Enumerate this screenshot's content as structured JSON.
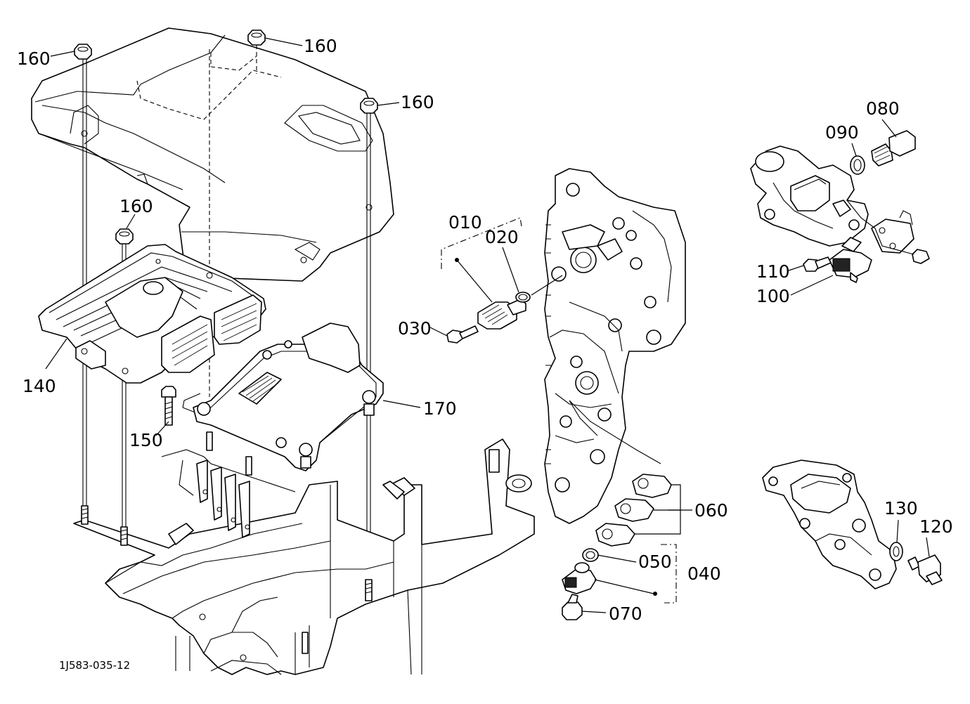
{
  "drawing_code": "1J583-035-12",
  "callouts": {
    "p010": "010",
    "p020": "020",
    "p030": "030",
    "p040": "040",
    "p050": "050",
    "p060": "060",
    "p070": "070",
    "p080": "080",
    "p090": "090",
    "p100": "100",
    "p110": "110",
    "p120": "120",
    "p130": "130",
    "p140": "140",
    "p150": "150",
    "p160": "160",
    "p170": "170"
  }
}
